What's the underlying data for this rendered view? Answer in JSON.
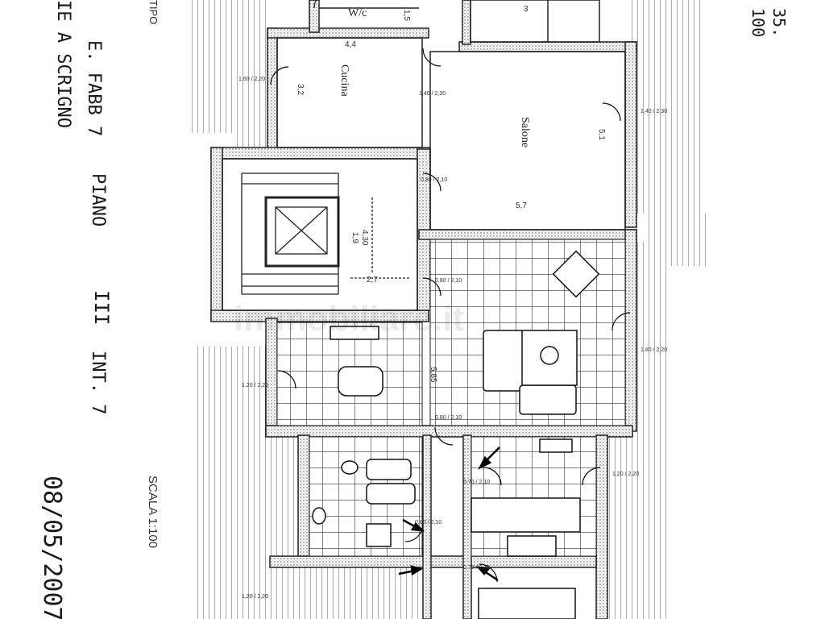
{
  "document": {
    "type": "floor-plan",
    "header_fragment": "TIPO",
    "scale_label": "SCALA 1:100",
    "date": "08/05/2007",
    "corner_notes": [
      "35.",
      "100"
    ],
    "watermark": "immobiliare.it"
  },
  "handwritten": {
    "line1": "E. FABB 7",
    "line2": "IE A SCRIGNO",
    "line3": "PIANO",
    "line4": "III",
    "line5": "INT. 7"
  },
  "rooms": {
    "wc": "W/c",
    "cucina": "Cucina",
    "salone": "Salone"
  },
  "dimensions": {
    "d_44": "4,4",
    "d_32": "3,2",
    "d_57": "5,7",
    "d_51": "5,1",
    "d_27": "2,7",
    "d_19": "1,9",
    "d_430": "4,30",
    "d_13": "3",
    "d_15": "1,5",
    "d_585": "5,85"
  },
  "openings": {
    "o1": "1,60 / 2,20",
    "o2": "1,40 / 2,30",
    "o3": "0,80 / 2,10",
    "o4": "1,40 / 2,30",
    "o5": "0,80 / 2,10",
    "o6": "1,80 / 2,20",
    "o7": "1,20 / 2,20",
    "o8": "1,20 / 2,20",
    "o9": "0,80 / 2,10",
    "o10": "0,70 / 2,10",
    "o11": "0,70 / 2,10",
    "o12": "1,20 / 2,20",
    "o13": "0,80 / 2,10"
  }
}
